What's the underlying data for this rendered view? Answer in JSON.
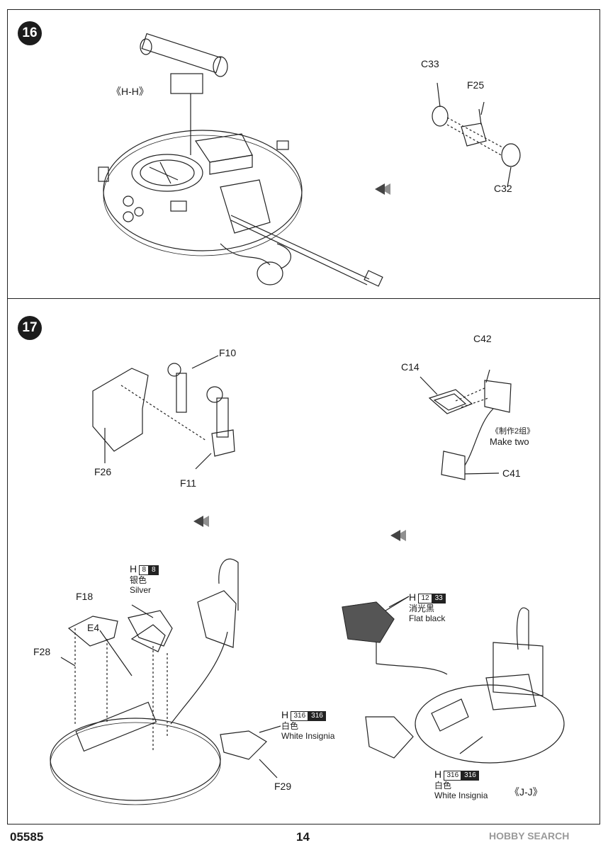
{
  "step16": {
    "number": "16",
    "labels": {
      "hh": "《H-H》",
      "c33": "C33",
      "f25": "F25",
      "c32": "C32"
    }
  },
  "step17": {
    "number": "17",
    "labels": {
      "f10": "F10",
      "f26": "F26",
      "f11": "F11",
      "c42": "C42",
      "c14": "C14",
      "c41": "C41",
      "make_two_cn": "《制作2组》",
      "make_two_en": "Make two",
      "f18": "F18",
      "e4": "E4",
      "f28": "F28",
      "f29": "F29",
      "jj": "《J-J》"
    },
    "paints": {
      "silver": {
        "letter": "H",
        "code1": "8",
        "code2": "8",
        "cn": "银色",
        "en": "Silver"
      },
      "flat_black": {
        "letter": "H",
        "code1": "12",
        "code2": "33",
        "cn": "消光黑",
        "en": "Flat black"
      },
      "white1": {
        "letter": "H",
        "code1": "316",
        "code2": "316",
        "cn": "白色",
        "en": "White Insignia"
      },
      "white2": {
        "letter": "H",
        "code1": "316",
        "code2": "316",
        "cn": "白色",
        "en": "White Insignia"
      }
    }
  },
  "footer": {
    "code": "05585",
    "page": "14",
    "watermark": "HOBBY SEARCH"
  }
}
